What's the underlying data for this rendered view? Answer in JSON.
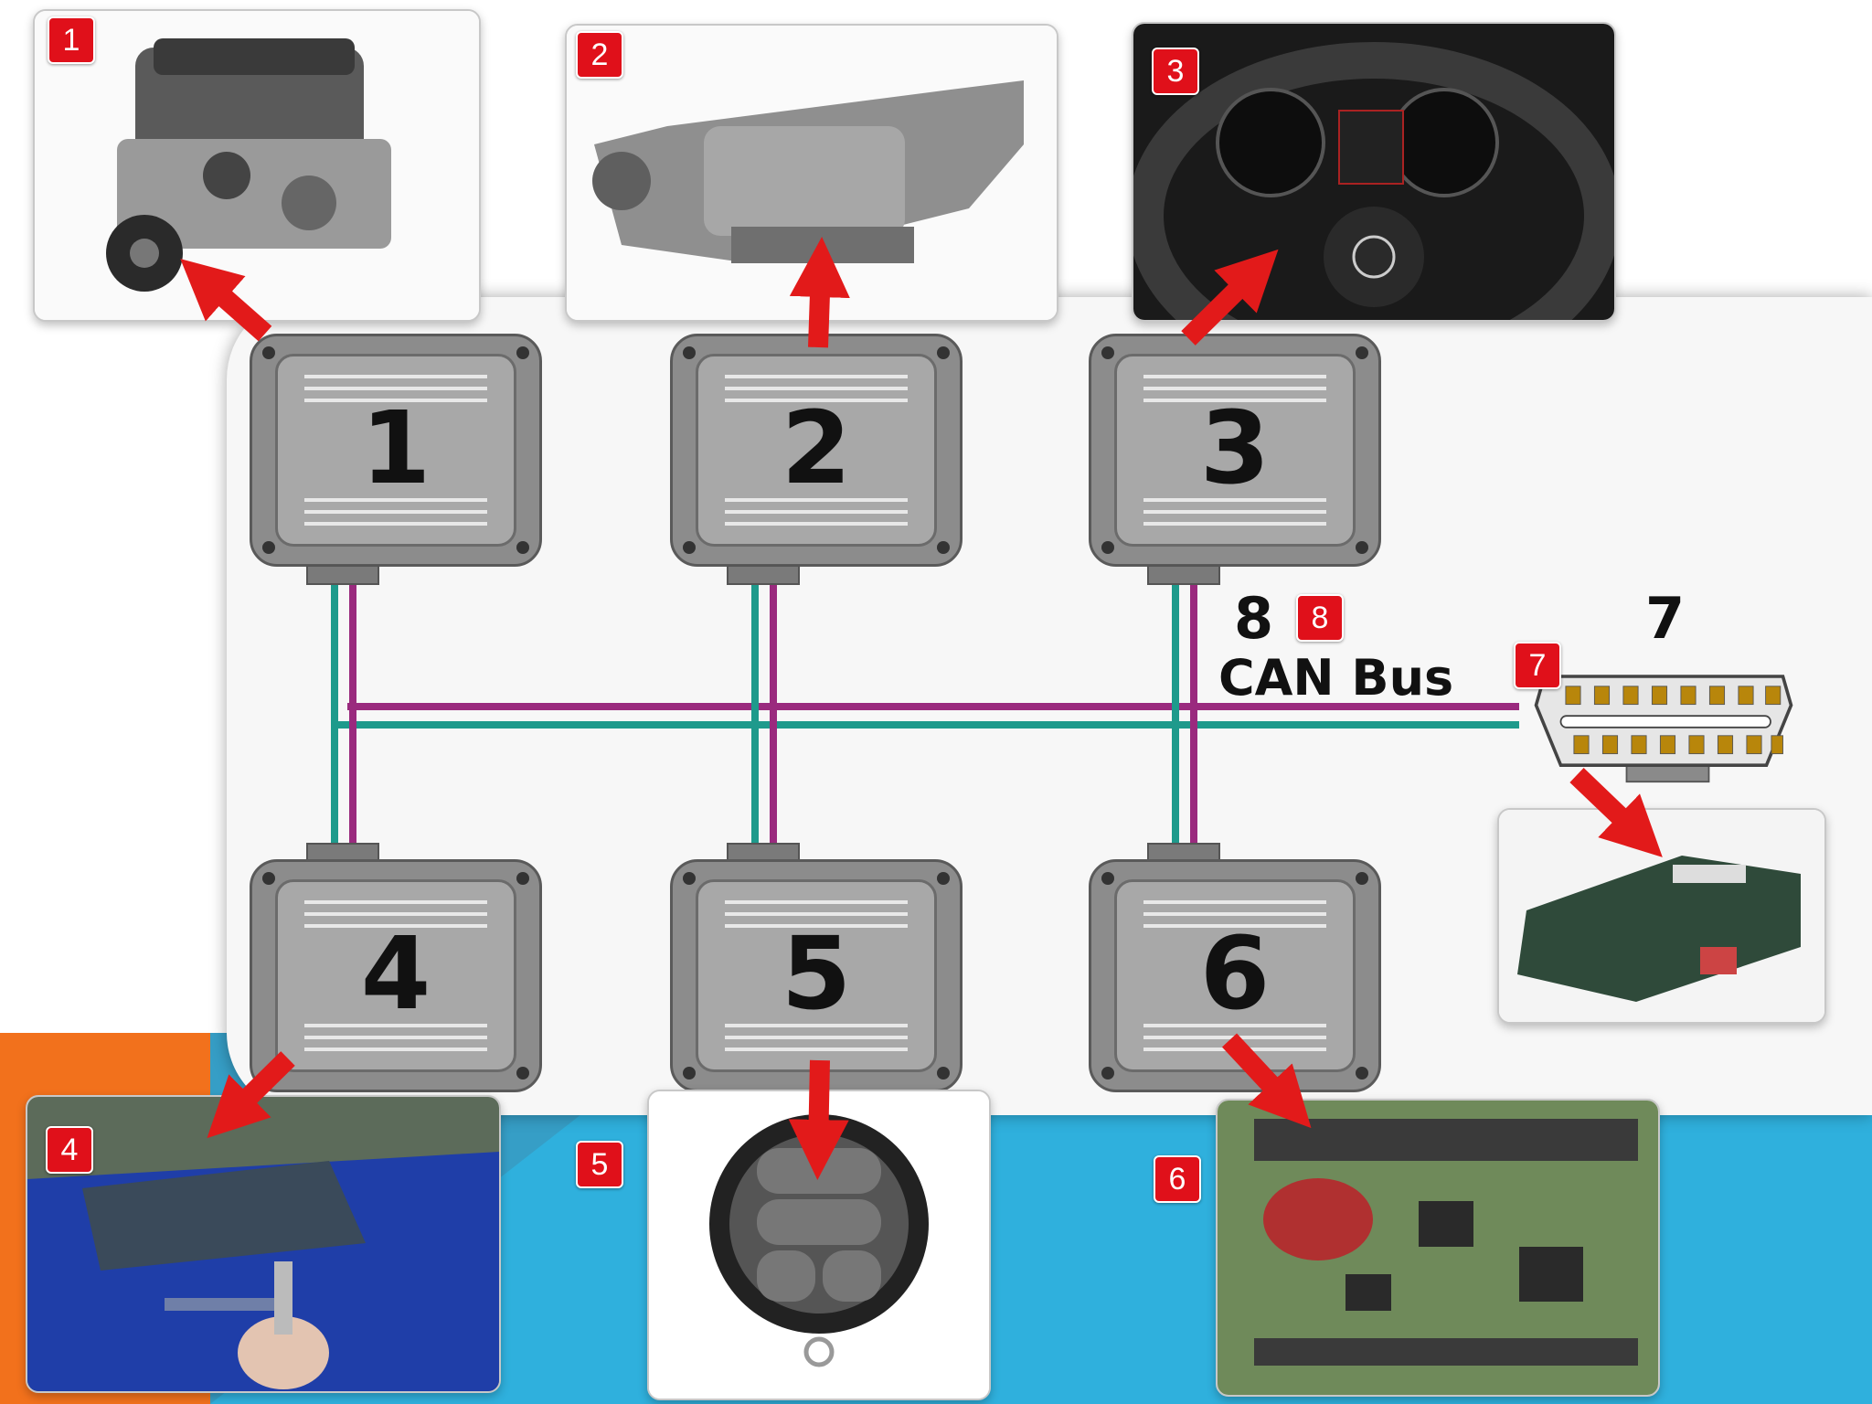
{
  "modules": [
    {
      "id": "1",
      "digit": "1"
    },
    {
      "id": "2",
      "digit": "2"
    },
    {
      "id": "3",
      "digit": "3"
    },
    {
      "id": "4",
      "digit": "4"
    },
    {
      "id": "5",
      "digit": "5"
    },
    {
      "id": "6",
      "digit": "6"
    }
  ],
  "badges": [
    "1",
    "2",
    "3",
    "4",
    "5",
    "6",
    "7",
    "8"
  ],
  "labels": {
    "can_number": "8",
    "can_bus": "CAN Bus",
    "obd_number": "7"
  },
  "photos": {
    "p1": "engine",
    "p2": "transmission",
    "p3": "instrument-cluster",
    "p4": "car-door-key",
    "p5": "remote-key-fob",
    "p6": "circuit-board",
    "p7": "gateway-module"
  },
  "colors": {
    "wire_teal": "#1e9a8c",
    "wire_magenta": "#9a2a7e",
    "arrow_red": "#e21a1a",
    "badge_red": "#e0101a"
  }
}
